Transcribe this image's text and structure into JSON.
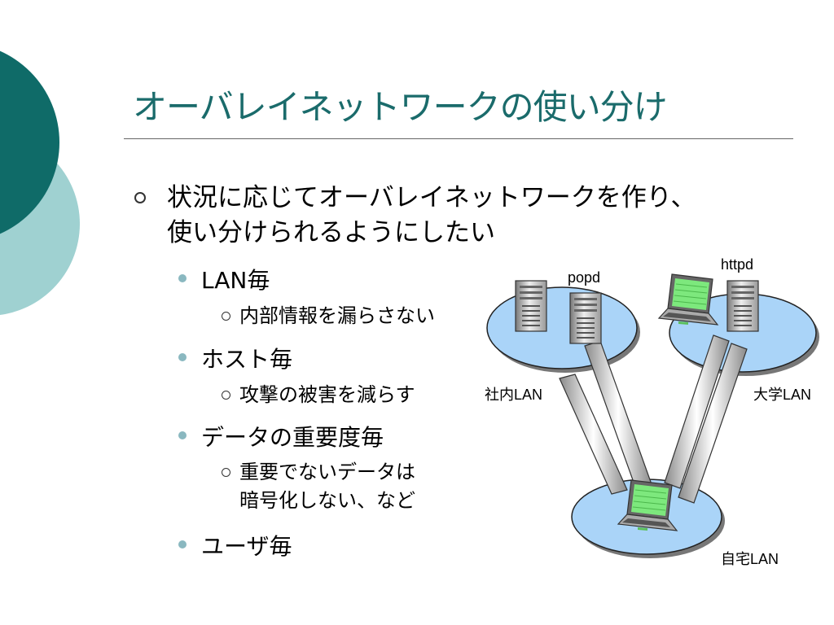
{
  "slide": {
    "title": "オーバレイネットワークの使い分け",
    "main_bullet": {
      "lines": [
        "状況に応じてオーバレイネットワークを作り、",
        "使い分けられるようにしたい"
      ]
    },
    "items": [
      {
        "label": "LAN毎",
        "sub": [
          "内部情報を漏らさない"
        ]
      },
      {
        "label": "ホスト毎",
        "sub": [
          "攻撃の被害を減らす"
        ]
      },
      {
        "label": "データの重要度毎",
        "sub": [
          "重要でないデータは",
          "暗号化しない、など"
        ]
      },
      {
        "label": "ユーザ毎",
        "sub": []
      }
    ]
  },
  "diagram": {
    "networks": {
      "company": "社内LAN",
      "university": "大学LAN",
      "home": "自宅LAN"
    },
    "servers": {
      "popd": "popd",
      "httpd": "httpd"
    }
  },
  "colors": {
    "title": "#1a6b6b",
    "bullet_accent": "#8ab8c0",
    "network_fill": "#aad4f8",
    "circle_dark": "#0f6b68",
    "circle_light": "#9fd1d1",
    "screen_green": "#7de87d"
  }
}
